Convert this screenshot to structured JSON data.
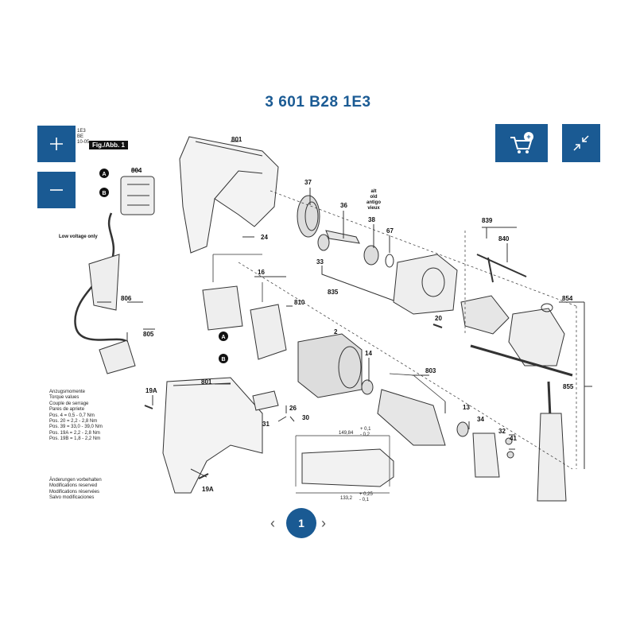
{
  "title": "3 601 B28 1E3",
  "toolbar": {
    "zoom_in_icon": "plus-icon",
    "zoom_out_icon": "minus-icon",
    "cart_icon": "cart-add-icon",
    "collapse_icon": "collapse-icon",
    "cart_badge": "+"
  },
  "meta": {
    "line1": "1E3",
    "line2": "BE",
    "line3": "10-05",
    "fig_label": "Fig./Abb. 1"
  },
  "low_voltage": "Low voltage only",
  "torque_notes": [
    "Anzugsmomente",
    "Torque values",
    "Couple de serrage",
    "Pares de apriete",
    "Pos.   4 = 0,5 - 0,7 Nm",
    "Pos.  20 = 2,2 - 2,8 Nm",
    "Pos.  39 = 33,0 - 39,0 Nm",
    "Pos. 19A = 2,2 - 2,8 Nm",
    "Pos. 19B = 1,8 - 2,2 Nm"
  ],
  "modification_notes": [
    "Änderungen vorbehalten",
    "Modifications reserved",
    "Modifications réservées",
    "Salvo modificaciones"
  ],
  "parts": {
    "p801a": "801",
    "p804": "804",
    "p24": "24",
    "p806": "806",
    "p805": "805",
    "p37": "37",
    "p36": "36",
    "p38": "38",
    "p67": "67",
    "p33": "33",
    "p835": "835",
    "p839": "839",
    "p840": "840",
    "p16": "16",
    "p810": "810",
    "p20": "20",
    "p854": "854",
    "p2": "2",
    "p14": "14",
    "p803": "803",
    "p855": "855",
    "p801b": "801",
    "p19a_top": "19A",
    "p26": "26",
    "p31": "31",
    "p30": "30",
    "p13": "13",
    "p34": "34",
    "p32": "32",
    "p41": "41",
    "p19a_bottom": "19A",
    "old_label": "alt\nold\nantigo\nvieux"
  },
  "old_lines": [
    "alt",
    "old",
    "antigo",
    "vieux"
  ],
  "markers": {
    "a": "A",
    "b": "B"
  },
  "dimensions": {
    "top": "149,84",
    "top_tol_plus": "+ 0,1",
    "top_tol_minus": "- 0,2",
    "bottom": "133,2",
    "bottom_tol_plus": "+ 0,25",
    "bottom_tol_minus": "- 0,1"
  },
  "pager": {
    "prev": "‹",
    "current": "1",
    "next": "›"
  }
}
